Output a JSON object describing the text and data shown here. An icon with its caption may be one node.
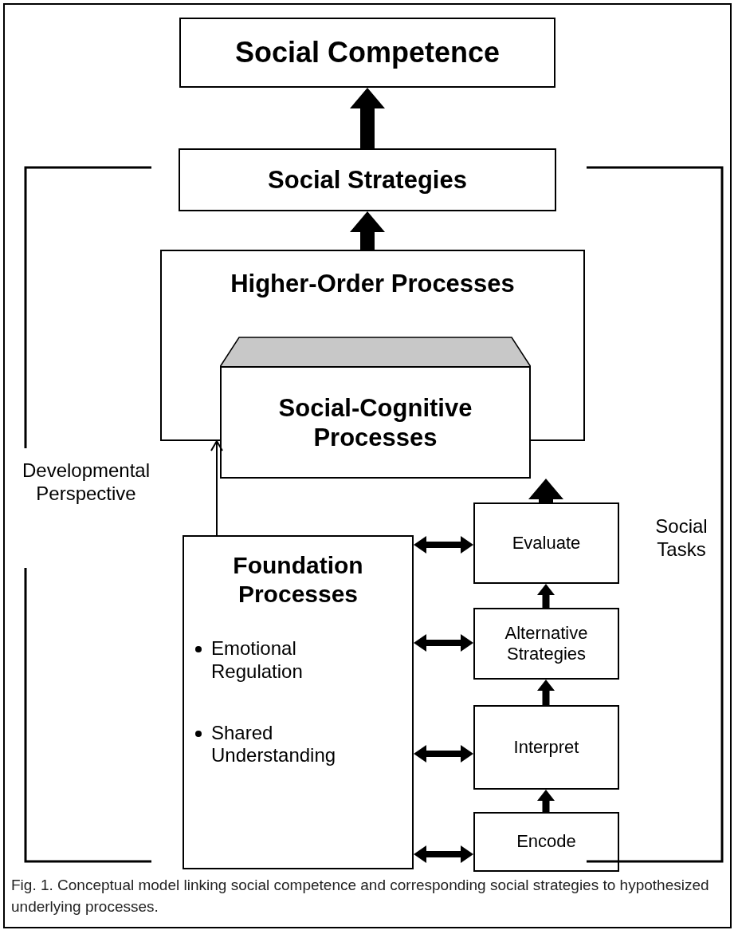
{
  "diagram": {
    "caption": "Fig. 1. Conceptual model linking social competence and corresponding social strategies to hypothesized underlying processes.",
    "nodes": [
      {
        "text": [
          "Social Competence"
        ]
      },
      {
        "text": [
          "Social Strategies"
        ]
      },
      {
        "text": [
          "Higher-Order Processes"
        ]
      },
      {
        "text": [
          "Social-Cognitive Processes"
        ]
      },
      {
        "text": [
          "Foundation Processes",
          "Emotional Regulation",
          "Shared Understanding"
        ]
      },
      {
        "text": [
          "Evaluate"
        ]
      },
      {
        "text": [
          "Alternative Strategies"
        ]
      },
      {
        "text": [
          "Interpret"
        ]
      },
      {
        "text": [
          "Encode"
        ]
      }
    ],
    "edges": [
      {
        "from": 1,
        "to": 0,
        "arrow": "to",
        "style": "thick"
      },
      {
        "from": 2,
        "to": 1,
        "arrow": "to",
        "style": "thick"
      },
      {
        "from": 5,
        "to": 3,
        "arrow": "to",
        "style": "thick"
      },
      {
        "from": 6,
        "to": 5,
        "arrow": "to",
        "style": "thick"
      },
      {
        "from": 7,
        "to": 6,
        "arrow": "to",
        "style": "thick"
      },
      {
        "from": 8,
        "to": 7,
        "arrow": "to",
        "style": "thick"
      },
      {
        "from": 4,
        "to": 5,
        "arrow": "both",
        "style": "thick"
      },
      {
        "from": 4,
        "to": 6,
        "arrow": "both",
        "style": "thick"
      },
      {
        "from": 4,
        "to": 7,
        "arrow": "both",
        "style": "thick"
      },
      {
        "from": 4,
        "to": 8,
        "arrow": "both",
        "style": "thick"
      },
      {
        "from": 4,
        "to": 2,
        "arrow": "to"
      }
    ],
    "labels": [
      "Developmental Perspective",
      "Social Tasks"
    ]
  }
}
